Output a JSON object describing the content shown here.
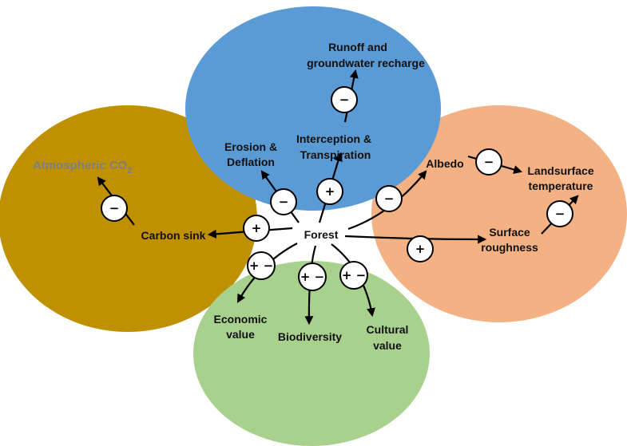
{
  "colors": {
    "water": "#5b9bd5",
    "carbon": "#bf9000",
    "energy": "#f4b183",
    "society": "#a9d18e",
    "co2_text": "#7f7f7f",
    "ink": "#000000"
  },
  "nodes": {
    "forest": "Forest",
    "runoff_line1": "Runoff and",
    "runoff_line2": "groundwater recharge",
    "interception_line1": "Interception &",
    "interception_line2": "Transpiration",
    "erosion_line1": "Erosion &",
    "erosion_line2": "Deflation",
    "co2_main": "Atmospheric CO",
    "co2_sub": "2",
    "carbon_sink": "Carbon sink",
    "albedo": "Albedo",
    "landsurface_line1": "Landsurface",
    "landsurface_line2": "temperature",
    "roughness_line1": "Surface",
    "roughness_line2": "roughness",
    "economic_line1": "Economic",
    "economic_line2": "value",
    "biodiversity": "Biodiversity",
    "cultural_line1": "Cultural",
    "cultural_line2": "value"
  },
  "signs": {
    "runoff": "−",
    "interception": "+",
    "erosion": "−",
    "co2": "−",
    "carbon_sink": "+",
    "albedo": "−",
    "albedo_to_temp": "−",
    "roughness": "+",
    "roughness_to_temp": "−",
    "economic": "+ −",
    "biodiversity": "+ −",
    "cultural": "+ −"
  }
}
